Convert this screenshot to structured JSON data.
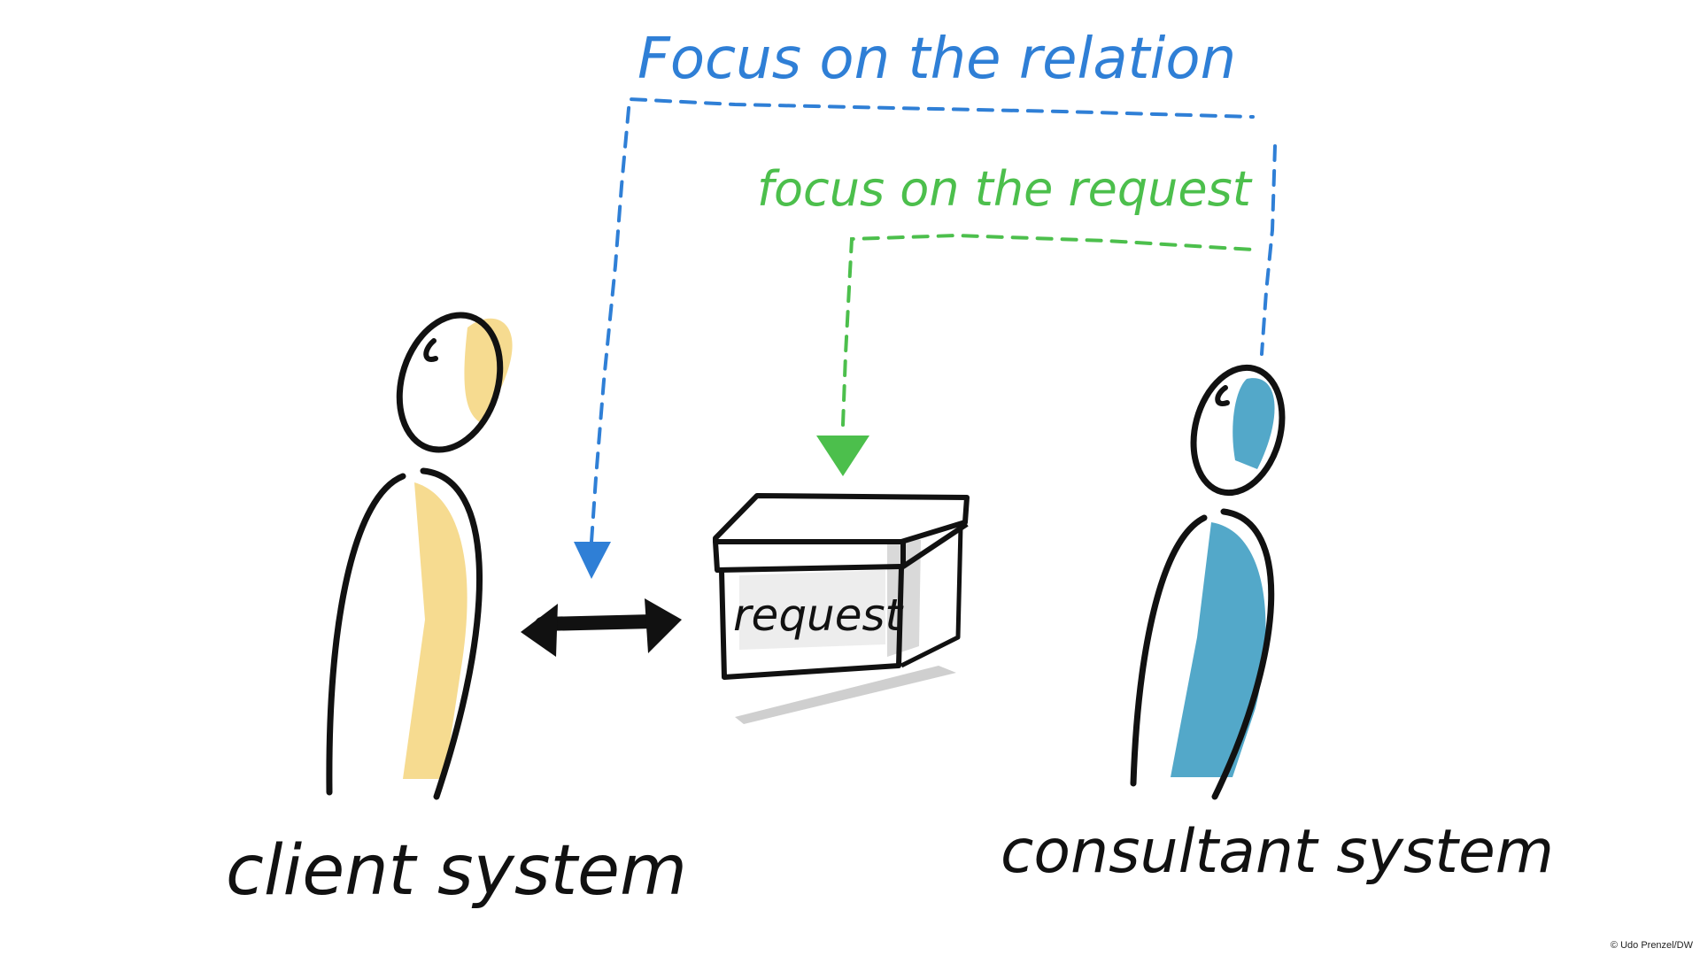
{
  "labels": {
    "relation": "Focus on the relation",
    "request_focus": "focus on the request",
    "box": "request",
    "client": "client system",
    "consultant": "consultant system",
    "credit": "© Udo Prenzel/DW"
  },
  "colors": {
    "relation": "#2f7fd6",
    "request_focus": "#4cbf4c",
    "client_fill": "#f6d98a",
    "consultant_fill": "#4aa3c6",
    "ink": "#111111",
    "shadow": "#cfcfcf"
  },
  "icons": {
    "client": "person-icon",
    "consultant": "person-icon",
    "box": "box-icon",
    "arrow": "double-arrow-icon"
  }
}
